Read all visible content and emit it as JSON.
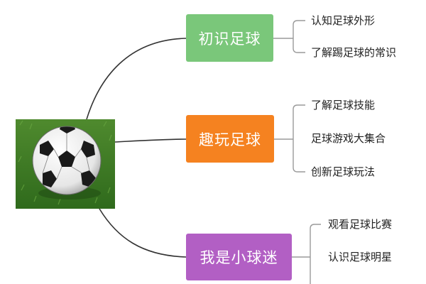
{
  "central": {
    "image": "soccer-ball-on-grass"
  },
  "branches": [
    {
      "label": "初识足球",
      "color": "#7ac77a",
      "children": [
        "认知足球外形",
        "了解踢足球的常识"
      ]
    },
    {
      "label": "趣玩足球",
      "color": "#f58220",
      "children": [
        "了解足球技能",
        "足球游戏大集合",
        "创新足球玩法"
      ]
    },
    {
      "label": "我是小球迷",
      "color": "#b25fc4",
      "children": [
        "观看足球比赛",
        "认识足球明星"
      ]
    }
  ],
  "colors": {
    "connector": "#333333",
    "bracket": "#9a9a9a"
  }
}
